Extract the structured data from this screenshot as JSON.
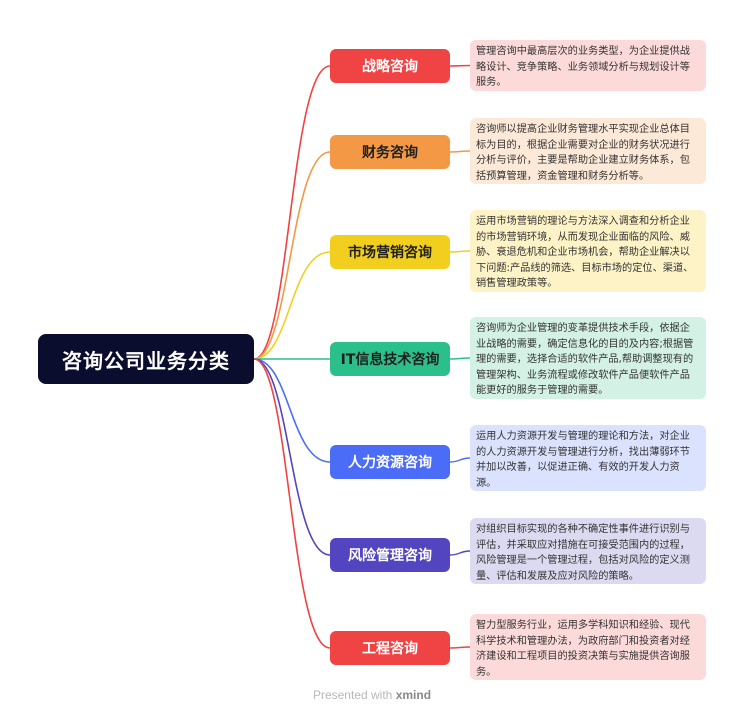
{
  "root": {
    "title": "咨询公司业务分类"
  },
  "branches": [
    {
      "label": "战略咨询",
      "color": "#f04343",
      "text_color": "#ffffff",
      "note_bg": "#fddada",
      "note": "管理咨询中最高层次的业务类型，为企业提供战略设计、竞争策略、业务领域分析与规划设计等服务。"
    },
    {
      "label": "财务咨询",
      "color": "#f39845",
      "text_color": "#1f1f1f",
      "note_bg": "#fde9d7",
      "note": "咨询师以提高企业财务管理水平实现企业总体目标为目的，根据企业需要对企业的财务状况进行分析与评价，主要是帮助企业建立财务体系，包括预算管理，资金管理和财务分析等。"
    },
    {
      "label": "市场营销咨询",
      "color": "#f2cf1f",
      "text_color": "#1f1f1f",
      "note_bg": "#fdf3c7",
      "note": "运用市场营销的理论与方法深入调查和分析企业的市场营销环境，从而发现企业面临的风险、威胁、衰退危机和企业市场机会，帮助企业解决以下问题:产品线的筛选、目标市场的定位、渠道、销售管理政策等。"
    },
    {
      "label": "IT信息技术咨询",
      "color": "#2bc08b",
      "text_color": "#1f1f1f",
      "note_bg": "#d3f1e5",
      "note": "咨询师为企业管理的变革提供技术手段，依据企业战略的需要，确定信息化的目的及内容;根据管理的需要，选择合适的软件产品,帮助调整现有的管理架构、业务流程或修改软件产品便软件产品能更好的服务于管理的需要。"
    },
    {
      "label": "人力资源咨询",
      "color": "#4b6cf7",
      "text_color": "#ffffff",
      "note_bg": "#dbe2fd",
      "note": "运用人力资源开发与管理的理论和方法，对企业的人力资源开发与管理进行分析，找出薄弱环节并加以改善，以促进正确、有效的开发人力资源。"
    },
    {
      "label": "风险管理咨询",
      "color": "#5245bf",
      "text_color": "#ffffff",
      "note_bg": "#dcdaf1",
      "note": "对组织目标实现的各种不确定性事件进行识别与评估，并采取应对措施在可接受范围内的过程，风险管理是一个管理过程，包括对风险的定义测量、评估和发展及应对风险的策略。"
    },
    {
      "label": "工程咨询",
      "color": "#f04343",
      "text_color": "#ffffff",
      "note_bg": "#fddada",
      "note": "智力型服务行业，运用多学科知识和经验、现代科学技术和管理办法，为政府部门和投资者对经济建设和工程项目的投资决策与实施提供咨询服务。"
    }
  ],
  "footer": {
    "prefix": "Presented with",
    "brand": "xmind"
  }
}
